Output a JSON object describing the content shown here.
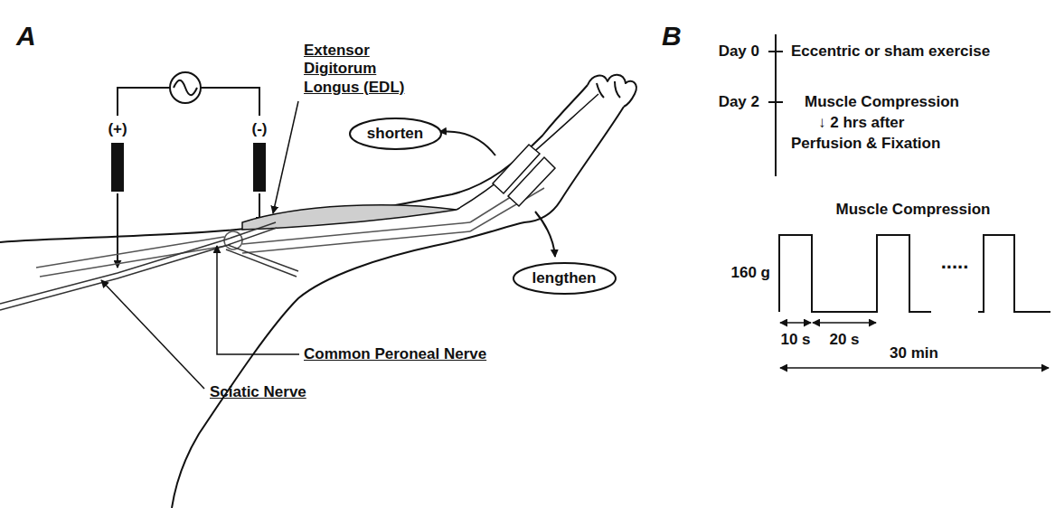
{
  "diagram": {
    "nodes": [
      {
        "text": [
          "shorten"
        ]
      },
      {
        "text": [
          "lengthen"
        ]
      }
    ],
    "labels": [
      "A",
      "B",
      "(+)",
      "(-)",
      "Extensor Digitorum Longus (EDL)",
      "Common Peroneal Nerve",
      "Sciatic Nerve",
      "Day 0",
      "Eccentric or sham exercise",
      "Day 2",
      "Muscle Compression",
      "↓ 2 hrs after",
      "Perfusion & Fixation",
      "Muscle Compression",
      "160 g",
      "10 s",
      "20 s",
      "30 min",
      "....."
    ]
  }
}
